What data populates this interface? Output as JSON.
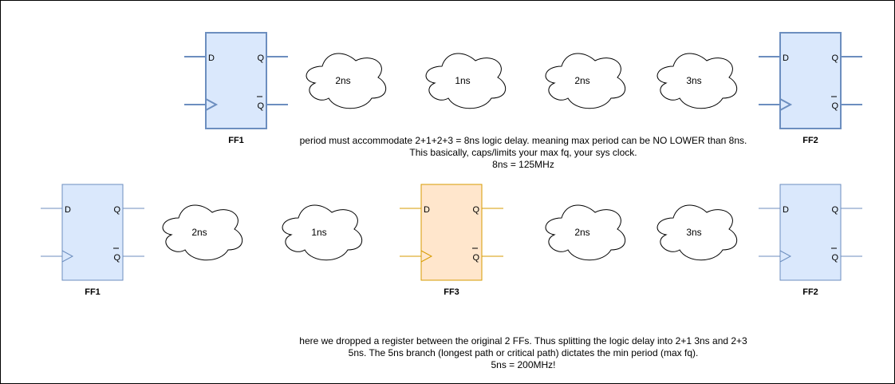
{
  "flipflops": [
    {
      "id": "top-ff1",
      "label": "FF1",
      "fill": "#dae8fc",
      "stroke": "#6c8ebf",
      "thick": true
    },
    {
      "id": "top-ff2",
      "label": "FF2",
      "fill": "#dae8fc",
      "stroke": "#6c8ebf",
      "thick": true
    },
    {
      "id": "bot-ff1",
      "label": "FF1",
      "fill": "#dae8fc",
      "stroke": "#6c8ebf",
      "thick": false
    },
    {
      "id": "bot-ff3",
      "label": "FF3",
      "fill": "#ffe6cc",
      "stroke": "#d79b00",
      "thick": false
    },
    {
      "id": "bot-ff2",
      "label": "FF2",
      "fill": "#dae8fc",
      "stroke": "#6c8ebf",
      "thick": false
    }
  ],
  "pin_labels": {
    "d": "D",
    "q": "Q",
    "qbar": "Q"
  },
  "clouds": {
    "top": [
      "2ns",
      "1ns",
      "2ns",
      "3ns"
    ],
    "bottom": [
      "2ns",
      "1ns",
      "2ns",
      "3ns"
    ]
  },
  "notes": {
    "top": "period must accommodate 2+1+2+3 = 8ns logic delay. meaning max period can be NO LOWER than 8ns.\nThis basically, caps/limits your max fq, your sys clock.\n8ns = 125MHz",
    "bottom": "here we dropped a register between the original 2 FFs. Thus splitting the logic delay into 2+1 3ns and 2+3\n5ns. The 5ns branch (longest path or critical path) dictates the min period (max fq).\n5ns = 200MHz!"
  },
  "colors": {
    "border": "#000000",
    "blue_fill": "#dae8fc",
    "blue_stroke": "#6c8ebf",
    "orange_fill": "#ffe6cc",
    "orange_stroke": "#d79b00"
  }
}
